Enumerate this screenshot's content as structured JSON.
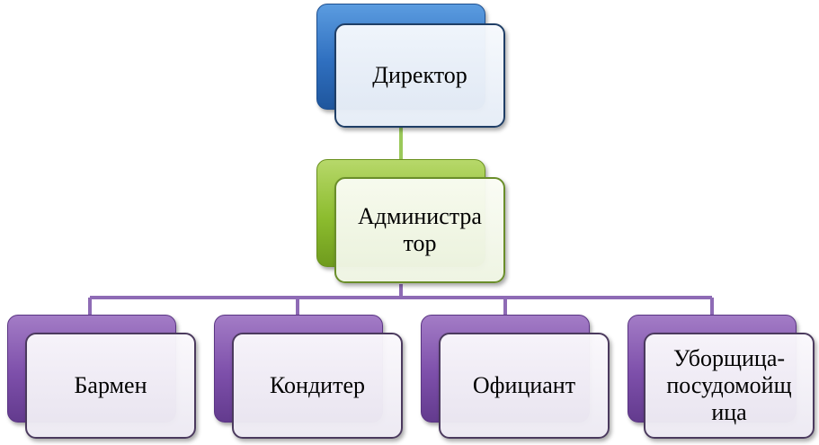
{
  "diagram": {
    "type": "org-chart",
    "root": {
      "label": "Директор",
      "color": "#2f6fbf"
    },
    "middle": {
      "label_line1": "Администра",
      "label_line2": "тор",
      "color": "#8cbc2e"
    },
    "staff": [
      {
        "label_line1": "Бармен",
        "label_line2": "",
        "label_line3": ""
      },
      {
        "label_line1": "Кондитер",
        "label_line2": "",
        "label_line3": ""
      },
      {
        "label_line1": "Официант",
        "label_line2": "",
        "label_line3": ""
      },
      {
        "label_line1": "Уборщица-",
        "label_line2": "посудомойщ",
        "label_line3": "ица"
      }
    ],
    "staff_color": "#7d4faa",
    "connector_color_top": "#9bc95a",
    "connector_color_bottom": "#8e6bb5"
  }
}
